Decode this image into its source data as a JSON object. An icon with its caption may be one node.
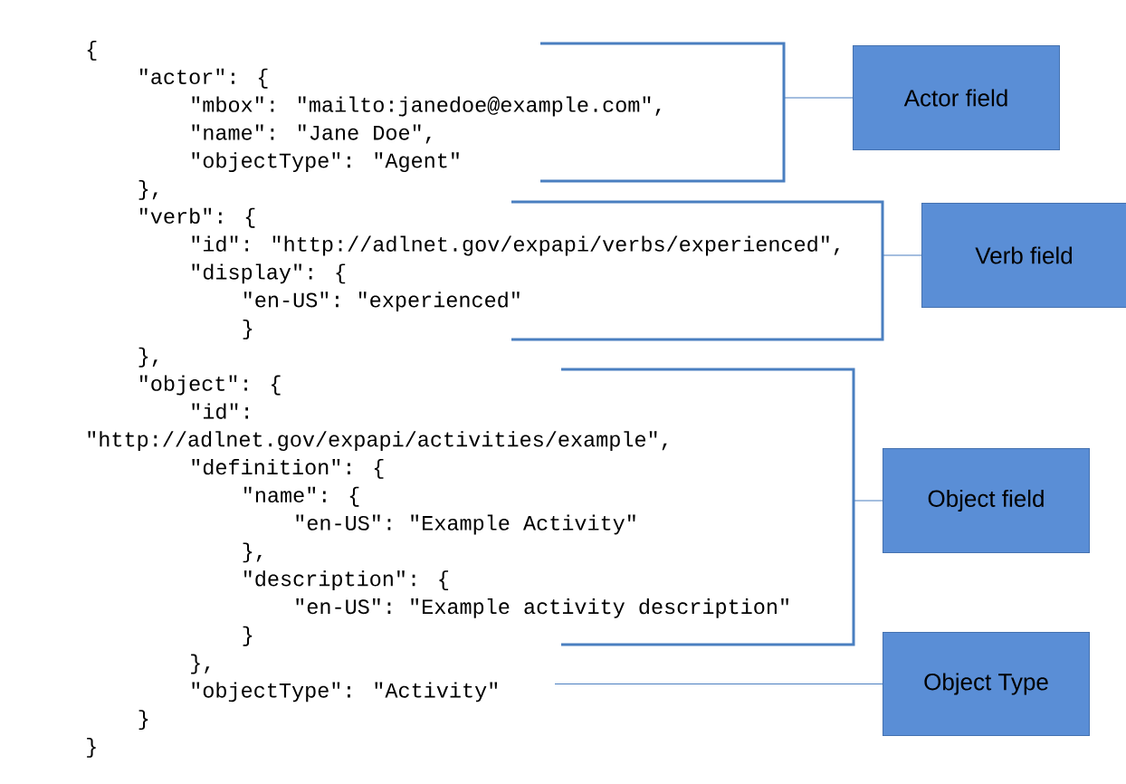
{
  "diagram": {
    "nodes": [
      {
        "text": [],
        "shape": "bracket"
      },
      {
        "text": [
          "Actor field"
        ]
      },
      {
        "text": [],
        "shape": "bracket"
      },
      {
        "text": [
          "Verb field"
        ]
      },
      {
        "text": [],
        "shape": "bracket"
      },
      {
        "text": [
          "Object field"
        ]
      },
      {
        "text": [
          "Object Type"
        ]
      }
    ],
    "edges": [
      {
        "from": 0,
        "to": 1,
        "arrow": "none"
      },
      {
        "from": 2,
        "to": 3,
        "arrow": "none"
      },
      {
        "from": 4,
        "to": 5,
        "arrow": "none"
      },
      {
        "from": null,
        "to": 6,
        "arrow": "none"
      }
    ],
    "labels": [
      "{",
      "\"actor\": {",
      "\"mbox\": \"mailto:janedoe@example.com\",",
      "\"name\": \"Jane Doe\",",
      "\"objectType\": \"Agent\"",
      "},",
      "\"verb\": {",
      "\"id\": \"http://adlnet.gov/expapi/verbs/experienced\",",
      "\"display\": {",
      "\"en-US\": \"experienced\"",
      "}",
      "},",
      "\"object\": {",
      "\"id\":",
      "\"http://adlnet.gov/expapi/activities/example\",",
      "\"definition\": {",
      "\"name\": {",
      "\"en-US\": \"Example Activity\"",
      "},",
      "\"description\": {",
      "\"en-US\": \"Example activity description\"",
      "}",
      "},",
      "\"objectType\": \"Activity\"",
      "}",
      "}"
    ]
  }
}
